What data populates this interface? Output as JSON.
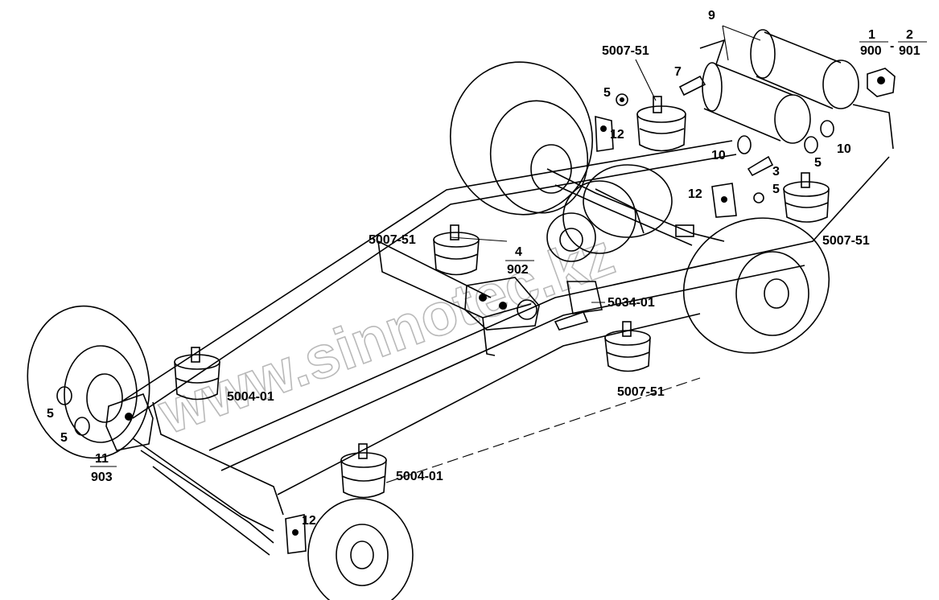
{
  "watermark": "www.sinnotec.kz",
  "labels": {
    "n9": "9",
    "n1": "1",
    "n900": "900",
    "dash": "-",
    "n2": "2",
    "n901": "901",
    "p5007_51_top": "5007-51",
    "n7": "7",
    "n5_a": "5",
    "n12_a": "12",
    "n10_a": "10",
    "n10_b": "10",
    "n3": "3",
    "n5_b": "5",
    "n5_c": "5",
    "n12_b": "12",
    "p5007_51_right": "5007-51",
    "p5007_51_left": "5007-51",
    "n4": "4",
    "n902": "902",
    "p5034_01": "5034-01",
    "p5007_51_bottom": "5007-51",
    "p5004_01_a": "5004-01",
    "p5004_01_b": "5004-01",
    "n5_d": "5",
    "n5_e": "5",
    "n11": "11",
    "n903": "903",
    "n12_c": "12"
  }
}
